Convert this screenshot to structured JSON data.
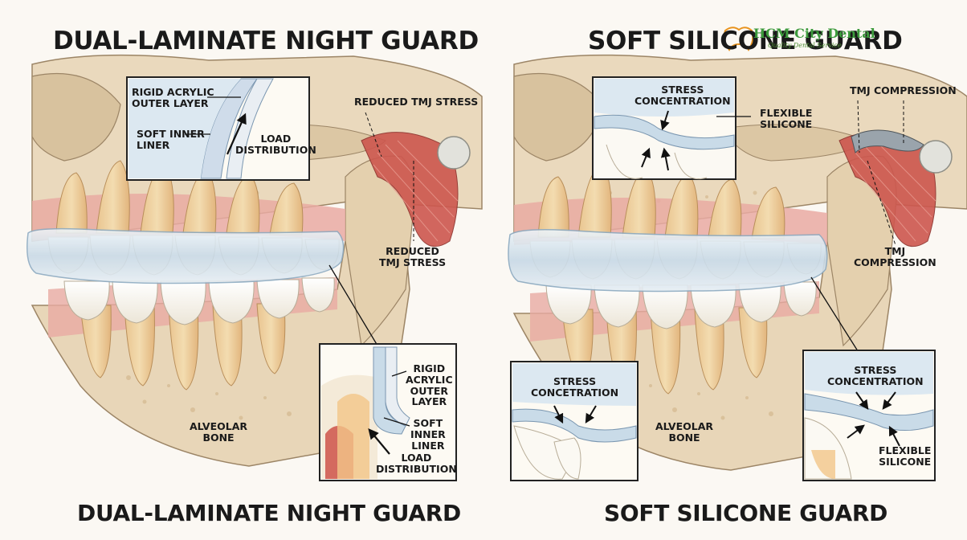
{
  "titles": {
    "left_top": "DUAL-LAMINATE NIGHT GUARD",
    "right_top": "SOFT SILICONE GUARD",
    "left_bottom": "DUAL-LAMINATE NIGHT GUARD",
    "right_bottom": "SOFT SILICONE GUARD"
  },
  "watermark": {
    "name": "HCM City Dental",
    "tagline": "Quality Dental Service"
  },
  "left_panel": {
    "inset_top": {
      "rigid": "RIGID ACRYLIC\nOUTER LAYER",
      "soft": "SOFT INNER\nLINER",
      "load": "LOAD\nDISTRIBUTION"
    },
    "tmj_top": "REDUCED TMJ STRESS",
    "tmj_mid": "REDUCED\nTMJ STRESS",
    "bone": "ALVEOLAR\nBONE",
    "inset_bottom": {
      "rigid": "RIGID\nACRYLIC\nOUTER\nLAYER",
      "soft": "SOFT\nINNER\nLINER",
      "load": "LOAD\nDISTRIBUTION"
    }
  },
  "right_panel": {
    "inset_top": {
      "stress": "STRESS\nCONCENTRATION",
      "flex": "FLEXIBLE\nSILICONE"
    },
    "tmj_top": "TMJ COMPRESSION",
    "tmj_mid": "TMJ\nCOMPRESSION",
    "bone": "ALVEOLAR\nBONE",
    "inset_bottom_left": {
      "stress": "STRESS\nCONCETRATION"
    },
    "inset_bottom_right": {
      "stress": "STRESS\nCONCENTRATION",
      "flex": "FLEXIBLE\nSILICONE"
    }
  },
  "colors": {
    "bone": "#e8d8bd",
    "tooth": "#fbf9f3",
    "gum": "#e9a9a0",
    "muscle": "#c9524a",
    "guard": "#c9dbe8",
    "inset_bg": "#dde9f2",
    "watermark": "#3c9a3c"
  }
}
